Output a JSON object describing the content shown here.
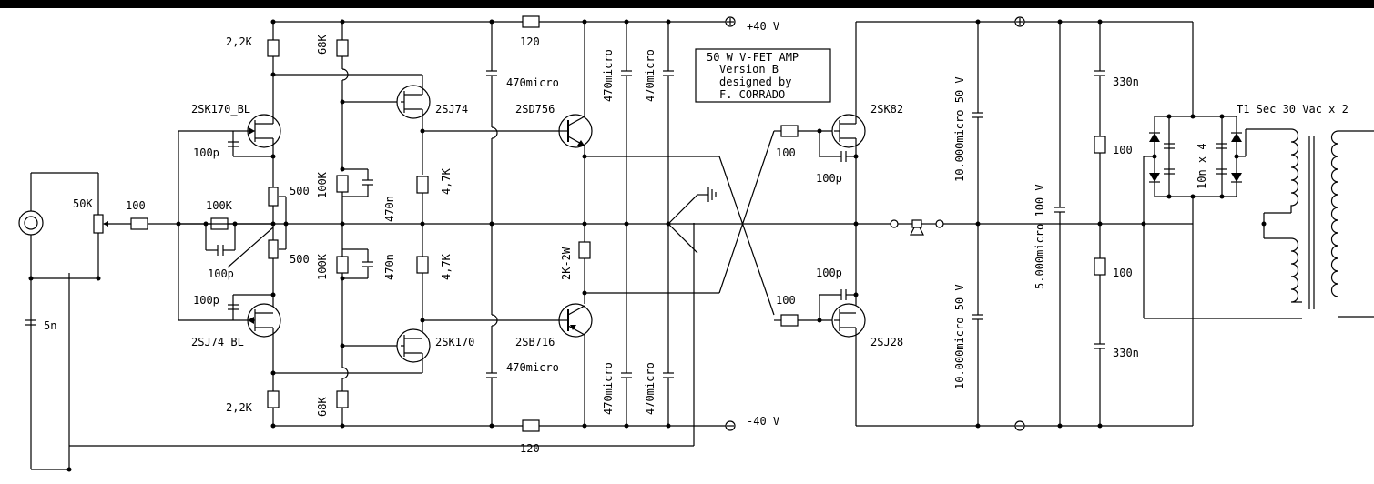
{
  "title_block": {
    "line1": "50 W V-FET AMP",
    "line2": "Version  B",
    "line3": "designed by",
    "line4": "F.  CORRADO"
  },
  "rails": {
    "positive": "+40 V",
    "negative": "-40 V"
  },
  "labels": {
    "r_2k2_top": "2,2K",
    "r_68k_top": "68K",
    "q_2sk170bl": "2SK170_BL",
    "q_2sj74": "2SJ74",
    "c_100p_q1": "100p",
    "r_100k_upper": "100K",
    "c_470n_upper": "470n",
    "r_4k7_upper": "4,7K",
    "r_120_top": "120",
    "c_470u_top_left": "470micro",
    "c_470u_top_mid": "470micro",
    "c_470u_top_right": "470micro",
    "q_2sd756": "2SD756",
    "pot_50k": "50K",
    "r_100_input": "100",
    "r_100k_feedback": "100K",
    "c_100p_feedback": "100p",
    "pot_500_upper": "500",
    "pot_500_lower": "500",
    "r_100k_lower": "100K",
    "c_470n_lower": "470n",
    "r_4k7_lower": "4,7K",
    "r_2k_2w": "2K-2W",
    "c_100p_q2": "100p",
    "q_2sj74bl": "2SJ74_BL",
    "q_2sk170": "2SK170",
    "q_2sb716": "2SB716",
    "c_470u_bot_left": "470micro",
    "c_470u_bot_mid": "470micro",
    "c_470u_bot_right": "470micro",
    "r_2k2_bot": "2,2K",
    "r_68k_bot": "68K",
    "r_120_bot": "120",
    "c_5n": "5n",
    "r_100_gate_top": "100",
    "q_2sk82": "2SK82",
    "c_100p_out_top": "100p",
    "c_100p_out_bot": "100p",
    "r_100_gate_bot": "100",
    "q_2sj28": "2SJ28",
    "c_10000u_top": "10.000micro 50  V",
    "c_10000u_bot": "10.000micro 50  V",
    "c_5000u": "5.000micro 100  V",
    "c_330n_top": "330n",
    "c_330n_bot": "330n",
    "r_100_psu_top": "100",
    "r_100_psu_bot": "100",
    "c_10n_x4": "10n  x  4",
    "transformer": "T1 Sec 30 Vac x 2"
  }
}
